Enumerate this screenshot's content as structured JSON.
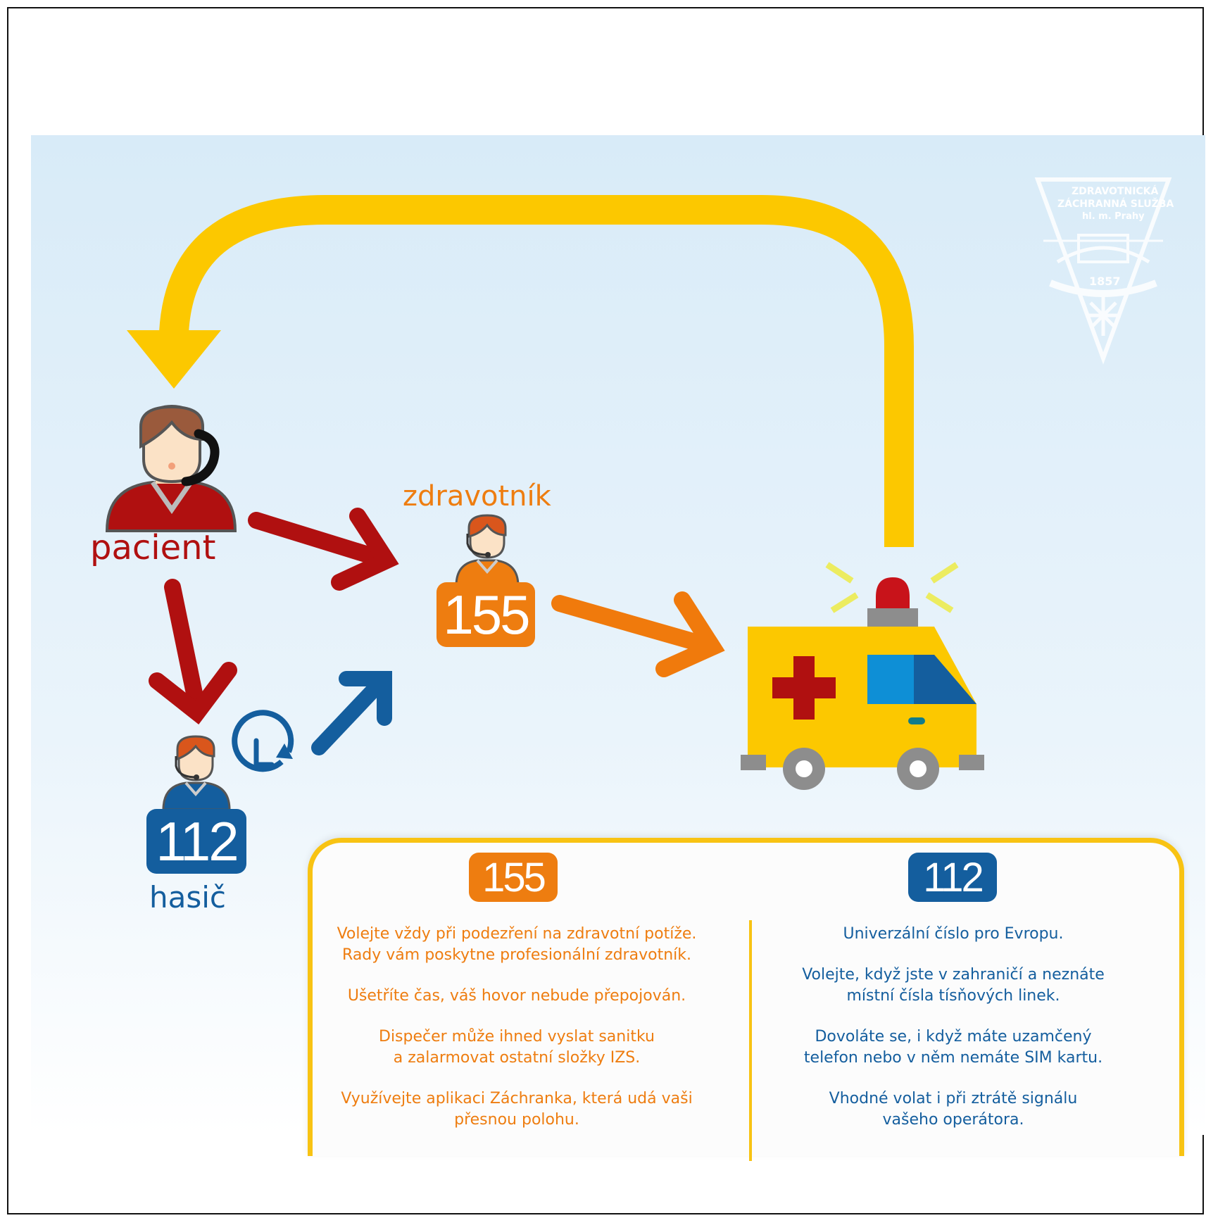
{
  "labels": {
    "pacient": "pacient",
    "zdravotnik": "zdravotník",
    "hasic": "hasič"
  },
  "badges": {
    "dispatch_155": "155",
    "dispatch_112": "112"
  },
  "emblem": {
    "line1": "ZDRAVOTNICKÁ",
    "line2": "ZÁCHRANNÁ SLUŽBA",
    "line3": "hl. m. Prahy",
    "year": "1857"
  },
  "panel": {
    "col_155": {
      "badge": "155",
      "p1_l1": "Volejte vždy při podezření na zdravotní potíže.",
      "p1_l2": "Rady vám poskytne profesionální zdravotník.",
      "p2_l1": "Ušetříte čas, váš hovor nebude přepojován.",
      "p3_l1": "Dispečer může ihned vyslat sanitku",
      "p3_l2": "a zalarmovat ostatní složky IZS.",
      "p4_l1": "Využívejte aplikaci Záchranka, která udá vaši",
      "p4_l2": "přesnou polohu."
    },
    "col_112": {
      "badge": "112",
      "p1_l1": "Univerzální číslo pro Evropu.",
      "p2_l1": "Volejte, když jste v zahraničí a neznáte",
      "p2_l2": "místní čísla tísňových linek.",
      "p3_l1": "Dovoláte se, i když máte uzamčený",
      "p3_l2": "telefon nebo v něm nemáte SIM kartu.",
      "p4_l1": "Vhodné volat i při ztrátě signálu",
      "p4_l2": "vašeho operátora."
    }
  },
  "colors": {
    "red": "#b01010",
    "orange": "#ee7d10",
    "blue": "#145e9e",
    "yellow": "#f8c313"
  }
}
